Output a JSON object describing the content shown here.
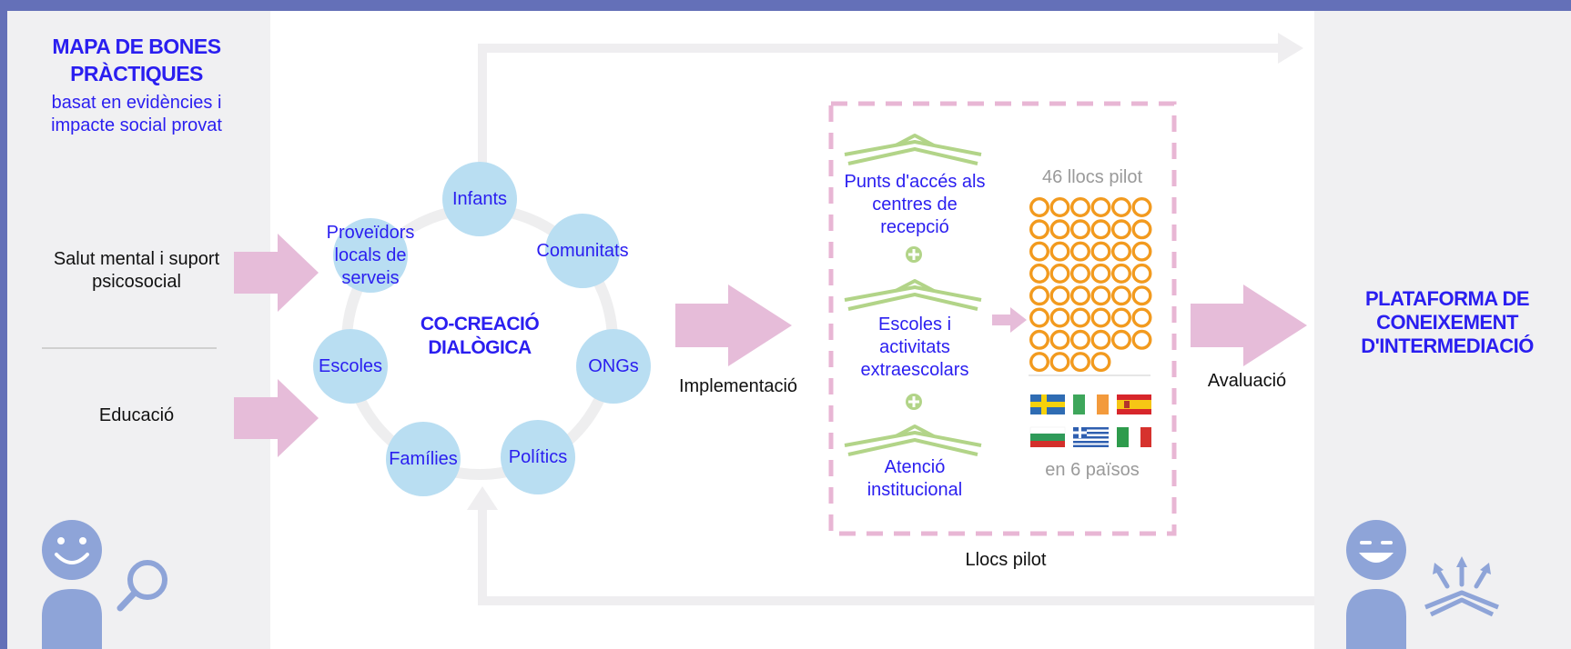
{
  "left": {
    "title": "MAPA DE BONES PRÀCTIQUES",
    "subtitle": "basat en evidències i impacte social provat",
    "input1": "Salut mental i suport psicosocial",
    "input2": "Educació"
  },
  "cocreation": {
    "center_label": "CO-CREACIÓ DIALÒGICA",
    "nodes": [
      "Infants",
      "Comunitats",
      "ONGs",
      "Polítics",
      "Famílies",
      "Escoles",
      "Proveïdors locals de serveis"
    ]
  },
  "implementation_label": "Implementació",
  "pilot": {
    "sites": [
      "Punts d'accés als centres de recepció",
      "Escoles i activitats extraescolars",
      "Atenció institucional"
    ],
    "count_label": "46 llocs pilot",
    "site_count": 46,
    "countries_label": "en 6 països",
    "footer_label": "Llocs pilot"
  },
  "evaluation_label": "Avaluació",
  "right": {
    "title": "PLATAFORMA DE CONEIXEMENT D'INTERMEDIACIÓ"
  },
  "colors": {
    "accent_blue": "#2a1ef0",
    "node_fill": "#b9def2",
    "arrow_pink": "#e6bcd9",
    "dashed_border": "#e8b6d4",
    "pilot_ring": "#f29a1e",
    "book_green": "#b2d488",
    "user_icon": "#8ea4d8"
  }
}
